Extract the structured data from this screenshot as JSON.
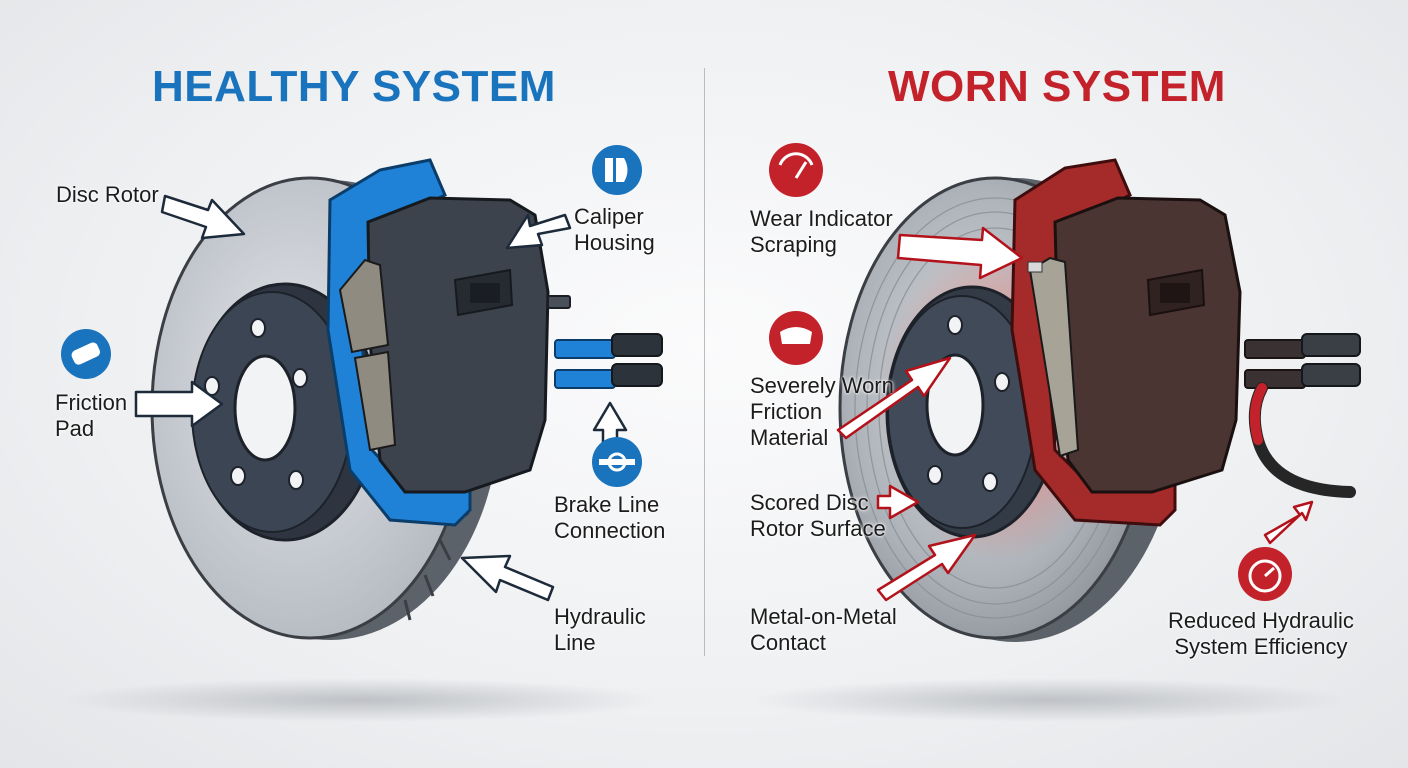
{
  "panels": {
    "healthy": {
      "title": "HEALTHY SYSTEM",
      "accent": "#1a73bd",
      "labels": {
        "disc_rotor": "Disc Rotor",
        "caliper_housing": "Caliper\nHousing",
        "friction_pad": "Friction\nPad",
        "brake_line_connection": "Brake Line\nConnection",
        "hydraulic_line": "Hydraulic\nLine"
      },
      "icons": [
        "caliper-icon",
        "brake-pad-icon",
        "brake-line-icon"
      ]
    },
    "worn": {
      "title": "WORN SYSTEM",
      "accent": "#c3222b",
      "labels": {
        "wear_indicator": "Wear Indicator\nScraping",
        "worn_friction": "Severely Worn\nFriction\nMaterial",
        "scored_rotor": "Scored Disc\nRotor Surface",
        "metal_contact": "Metal-on-Metal\nContact",
        "hydraulic_efficiency": "Reduced Hydraulic\nSystem Efficiency"
      },
      "icons": [
        "wear-gauge-icon",
        "worn-pad-icon",
        "pressure-gauge-icon"
      ]
    }
  }
}
